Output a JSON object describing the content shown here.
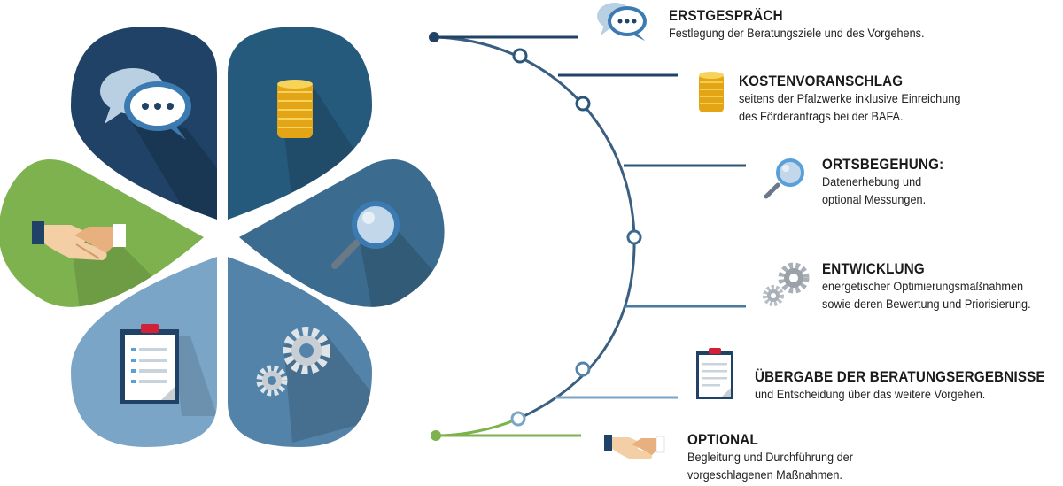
{
  "colors": {
    "petal_top_left": "#1f4266",
    "petal_top_right": "#265a7d",
    "petal_right": "#3b6b8e",
    "petal_bottom_right": "#5383a8",
    "petal_bottom_left": "#7aa5c6",
    "petal_left": "#7db24f",
    "timeline": "#3a5f80",
    "optional_green": "#7db24f",
    "coin": "#f2b824"
  },
  "petals": [
    {
      "name": "speech",
      "icon": "speech-bubbles-icon"
    },
    {
      "name": "coins",
      "icon": "coins-icon"
    },
    {
      "name": "search",
      "icon": "magnifier-icon"
    },
    {
      "name": "gears",
      "icon": "gears-icon"
    },
    {
      "name": "clipboard",
      "icon": "clipboard-icon"
    },
    {
      "name": "handshake",
      "icon": "handshake-icon"
    }
  ],
  "steps": [
    {
      "title": "ERSTGESPRÄCH",
      "lines": [
        "Festlegung der Beratungsziele und des Vorgehens."
      ],
      "icon": "speech-bubbles-icon"
    },
    {
      "title": "KOSTENVORANSCHLAG",
      "lines": [
        "seitens der Pfalzwerke inklusive Einreichung",
        "des Förderantrags bei der BAFA."
      ],
      "icon": "coins-icon"
    },
    {
      "title": "ORTSBEGEHUNG:",
      "lines": [
        "Datenerhebung und",
        "optional Messungen."
      ],
      "icon": "magnifier-icon"
    },
    {
      "title": "ENTWICKLUNG",
      "lines": [
        "energetischer Optimierungsmaßnahmen",
        "sowie deren Bewertung und Priorisierung."
      ],
      "icon": "gears-icon"
    },
    {
      "title": "ÜBERGABE DER BERATUNGSERGEBNISSE",
      "lines": [
        "und Entscheidung über das weitere Vorgehen."
      ],
      "icon": "clipboard-icon"
    },
    {
      "title": "OPTIONAL",
      "lines": [
        "Begleitung und Durchführung der",
        "vorgeschlagenen Maßnahmen."
      ],
      "icon": "handshake-icon"
    }
  ]
}
